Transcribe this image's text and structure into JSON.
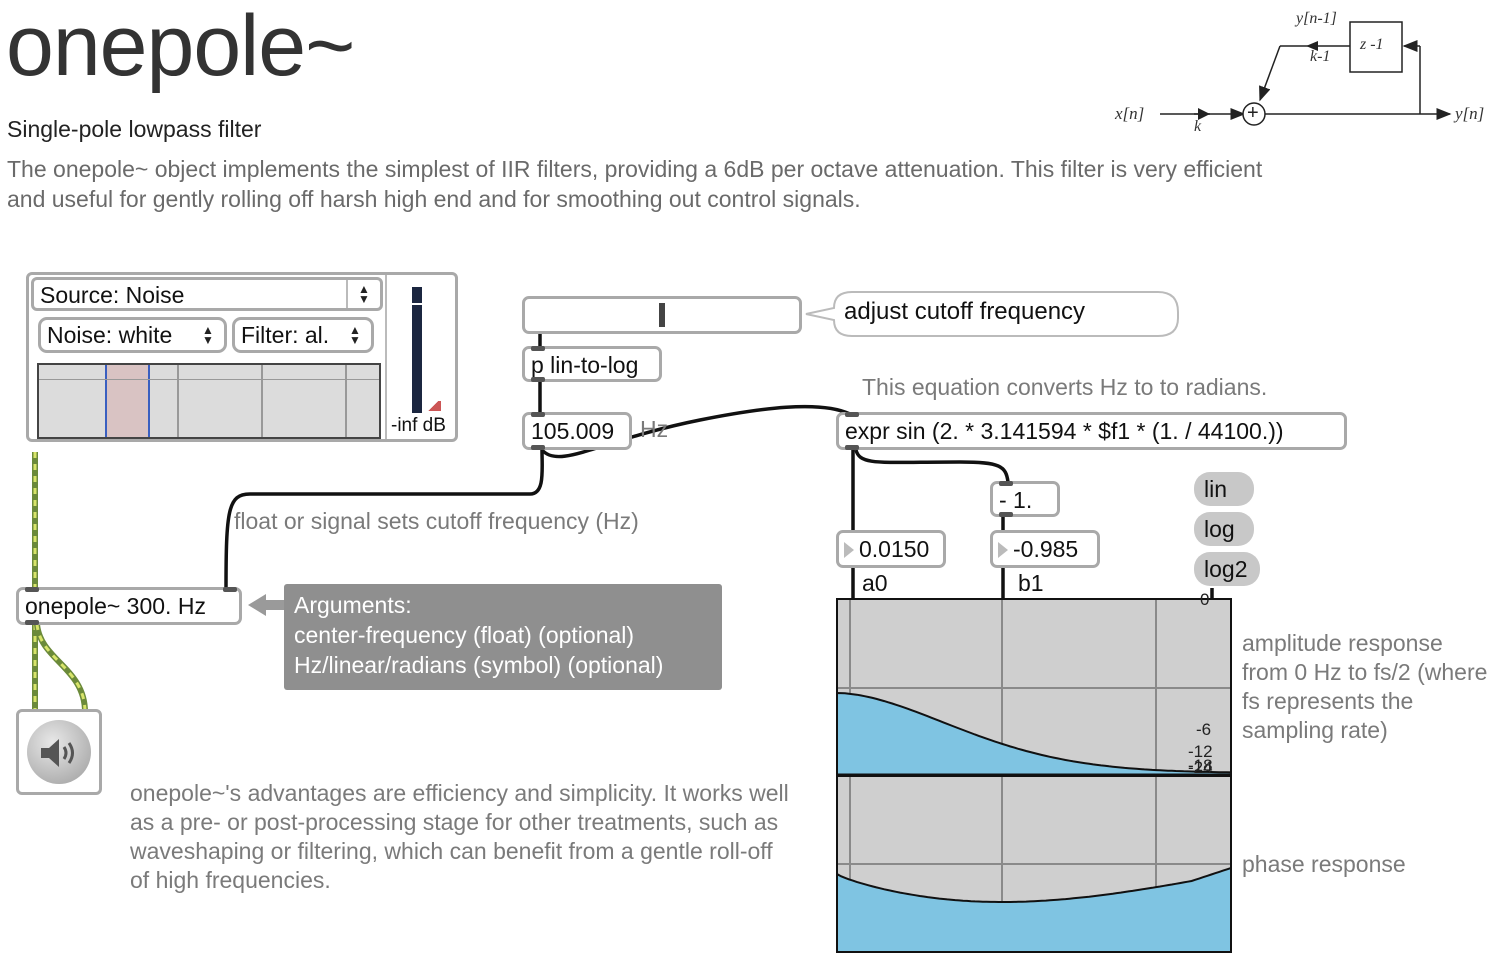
{
  "header": {
    "title": "onepole~",
    "subtitle": "Single-pole lowpass filter",
    "description": "The onepole~ object implements the simplest of IIR filters, providing a 6dB per octave attenuation. This filter is very efficient and useful for gently rolling off harsh high end and for smoothing out control signals."
  },
  "diagram": {
    "input": "x[n]",
    "output": "y[n]",
    "feedback": "y[n-1]",
    "gain_k": "k",
    "gain_k1": "k-1",
    "delay": "z -1",
    "sum": "+"
  },
  "source_panel": {
    "source_label": "Source: Noise",
    "noise_label": "Noise: white",
    "filter_label": "Filter: al.",
    "meter_label": "-inf dB"
  },
  "patch": {
    "slider_comment": "adjust cutoff frequency",
    "lin_to_log": "p lin-to-log",
    "hz_value": "105.009",
    "hz_unit": "Hz",
    "equation_comment": "This equation converts Hz to to radians.",
    "expr": "expr sin (2. * 3.141594 * $f1 * (1. / 44100.))",
    "minus_one": "- 1.",
    "a0_value": "0.0150",
    "b1_value": "-0.985",
    "a0_label": "a0",
    "b1_label": "b1",
    "float_comment": "float or signal sets cutoff frequency (Hz)",
    "onepole_obj": "onepole~ 300. Hz",
    "args_title": "Arguments:",
    "args_line1": "center-frequency (float) (optional)",
    "args_line2": "Hz/linear/radians (symbol) (optional)",
    "scale_lin": "lin",
    "scale_log": "log",
    "scale_log2": "log2",
    "amp_comment": "amplitude response from 0 Hz to fs/2 (where fs represents the sampling rate)",
    "phase_comment": "phase response",
    "advantages": "onepole~'s advantages are efficiency and simplicity. It works well as a pre- or post-processing stage for other treatments, such as waveshaping or filtering, which can benefit from a gentle roll-off of high frequencies."
  },
  "filtergraph": {
    "db_ticks": [
      "0",
      "-6",
      "-12",
      "-18",
      "-24"
    ],
    "colors": {
      "fill": "#7fc4e2",
      "bg": "#cfcfcf",
      "grid": "#888888",
      "line": "#111111"
    }
  },
  "icons": {
    "speaker": "speaker-icon",
    "arrow": "left-arrow-icon"
  }
}
